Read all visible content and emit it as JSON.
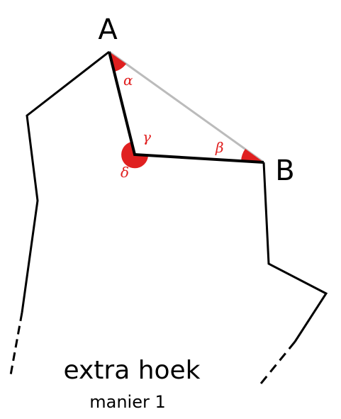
{
  "points": {
    "a": "A",
    "b": "B"
  },
  "angles": {
    "alpha": "α",
    "beta": "β",
    "gamma": "γ",
    "delta": "δ"
  },
  "caption": {
    "title": "extra hoek",
    "subtitle": "manier 1"
  },
  "colors": {
    "polygon_line": "#000000",
    "chord_line": "#bbbbbb",
    "angle_mark": "#e02020",
    "angle_text": "#e02020",
    "background": "#ffffff"
  }
}
